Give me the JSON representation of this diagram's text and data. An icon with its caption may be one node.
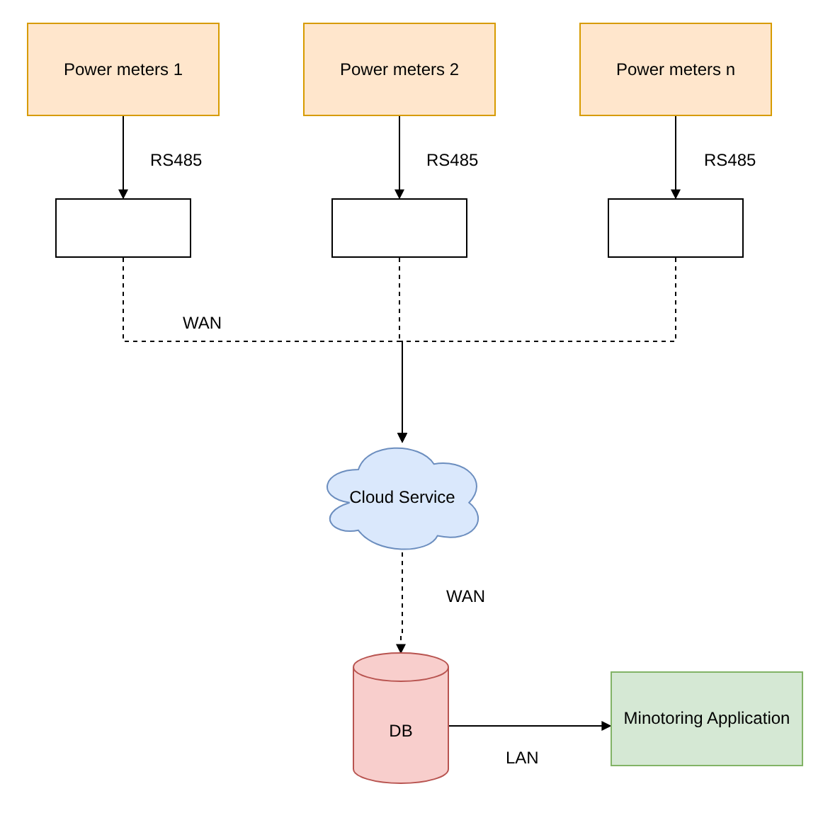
{
  "diagram": {
    "nodes": [
      {
        "text": [
          "Power meters 1"
        ]
      },
      {
        "text": [
          "Power meters 2"
        ]
      },
      {
        "text": [
          "Power meters n"
        ]
      },
      {
        "text": [],
        "shape": "box"
      },
      {
        "text": [],
        "shape": "box"
      },
      {
        "text": [],
        "shape": "box"
      },
      {
        "text": [
          "Cloud Service"
        ]
      },
      {
        "text": [
          "DB"
        ]
      },
      {
        "text": [
          "Minotoring Application"
        ]
      }
    ],
    "edges": [
      {
        "from": 0,
        "to": 3,
        "arrow": "to",
        "label": "RS485"
      },
      {
        "from": 1,
        "to": 4,
        "arrow": "to",
        "label": "RS485"
      },
      {
        "from": 2,
        "to": 5,
        "arrow": "to",
        "label": "RS485"
      },
      {
        "from": 3,
        "to": 6,
        "arrow": "to",
        "style": "dashed",
        "label": "WAN"
      },
      {
        "from": 4,
        "to": 6,
        "arrow": "to",
        "style": "dashed"
      },
      {
        "from": 5,
        "to": 6,
        "arrow": "to",
        "style": "dashed"
      },
      {
        "from": 6,
        "to": 7,
        "arrow": "to",
        "style": "dashed",
        "label": "WAN"
      },
      {
        "from": 7,
        "to": 8,
        "arrow": "to",
        "label": "LAN"
      }
    ]
  }
}
